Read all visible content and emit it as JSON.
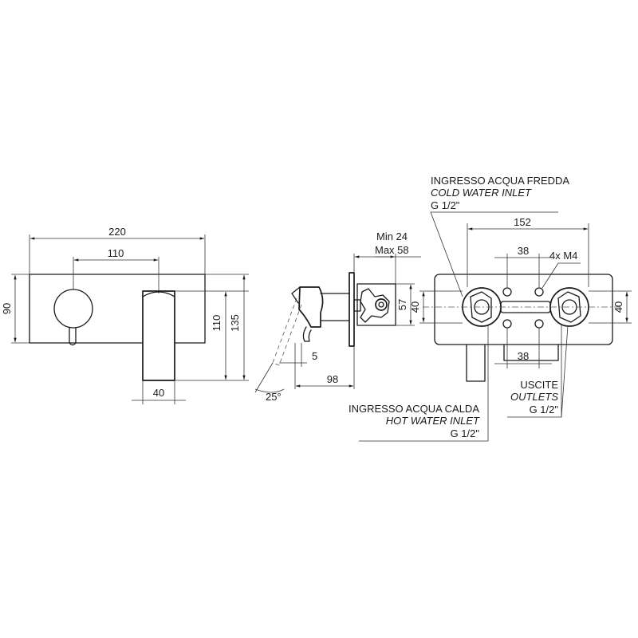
{
  "front_view": {
    "width_total": "220",
    "spacing_centers": "110",
    "height_plate": "90",
    "height_spout": "110",
    "height_total": "135",
    "spout_width": "40"
  },
  "side_view": {
    "depth_range_min": "Min 24",
    "depth_range_max": "Max 58",
    "box_height": "57",
    "gap": "5",
    "depth": "98",
    "angle": "25°"
  },
  "body_view": {
    "width": "152",
    "valve_spacing_top": "38",
    "valve_spacing_bottom": "38",
    "screws": "4x M4",
    "height_left": "40",
    "height_right": "40"
  },
  "labels": {
    "cold_inlet_it": "INGRESSO ACQUA FREDDA",
    "cold_inlet_en": "COLD WATER INLET",
    "cold_inlet_thread": "G 1/2\"",
    "hot_inlet_it": "INGRESSO ACQUA CALDA",
    "hot_inlet_en": "HOT WATER INLET",
    "hot_inlet_thread": "G 1/2\"",
    "outlets_it": "USCITE",
    "outlets_en": "OUTLETS",
    "outlets_thread": "G 1/2\""
  }
}
